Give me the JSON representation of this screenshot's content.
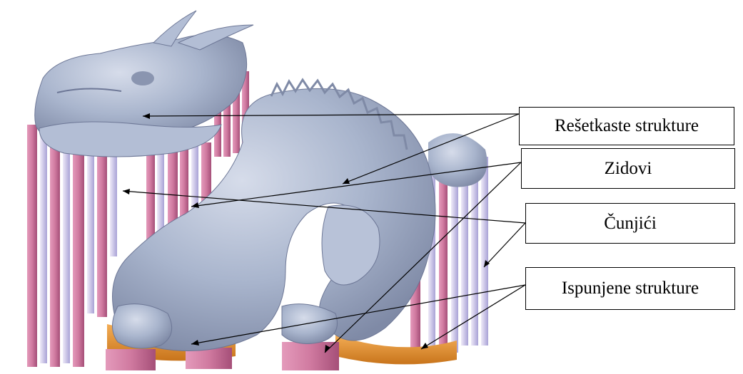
{
  "labels": {
    "lattice": "Rešetkaste strukture",
    "walls": "Zidovi",
    "cones": "Čunjići",
    "solid": "Ispunjene strukture"
  },
  "colors": {
    "dragon_body": "#a9b5cd",
    "dragon_shadow": "#7f8aa6",
    "support_walls": "#d07aa0",
    "support_walls_dark": "#a54f78",
    "cone_supports": "#c9c3e6",
    "lattice_supports": "#e3e38a",
    "solid_supports": "#e7922e",
    "leader_lines": "#000000"
  },
  "icons": {
    "subject": "dragon-model-icon"
  }
}
